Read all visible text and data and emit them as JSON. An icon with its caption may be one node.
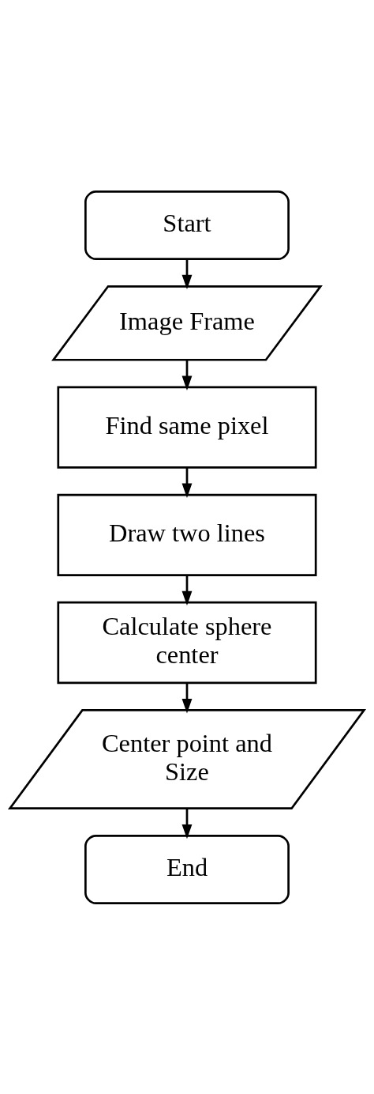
{
  "diagram": {
    "nodes": [
      {
        "text": [
          "Start"
        ]
      },
      {
        "text": [
          "Image Frame"
        ]
      },
      {
        "text": [
          "Find same pixel"
        ]
      },
      {
        "text": [
          "Draw two lines"
        ]
      },
      {
        "text": [
          "Calculate sphere center"
        ]
      },
      {
        "text": [
          "Center point and Size"
        ]
      },
      {
        "text": [
          "End"
        ]
      }
    ],
    "edges": [
      {
        "from": 0,
        "to": 1,
        "arrow": "to"
      },
      {
        "from": 1,
        "to": 2,
        "arrow": "to"
      },
      {
        "from": 2,
        "to": 3,
        "arrow": "to"
      },
      {
        "from": 3,
        "to": 4,
        "arrow": "to"
      },
      {
        "from": 4,
        "to": 5,
        "arrow": "to"
      },
      {
        "from": 5,
        "to": 6,
        "arrow": "to"
      }
    ]
  }
}
